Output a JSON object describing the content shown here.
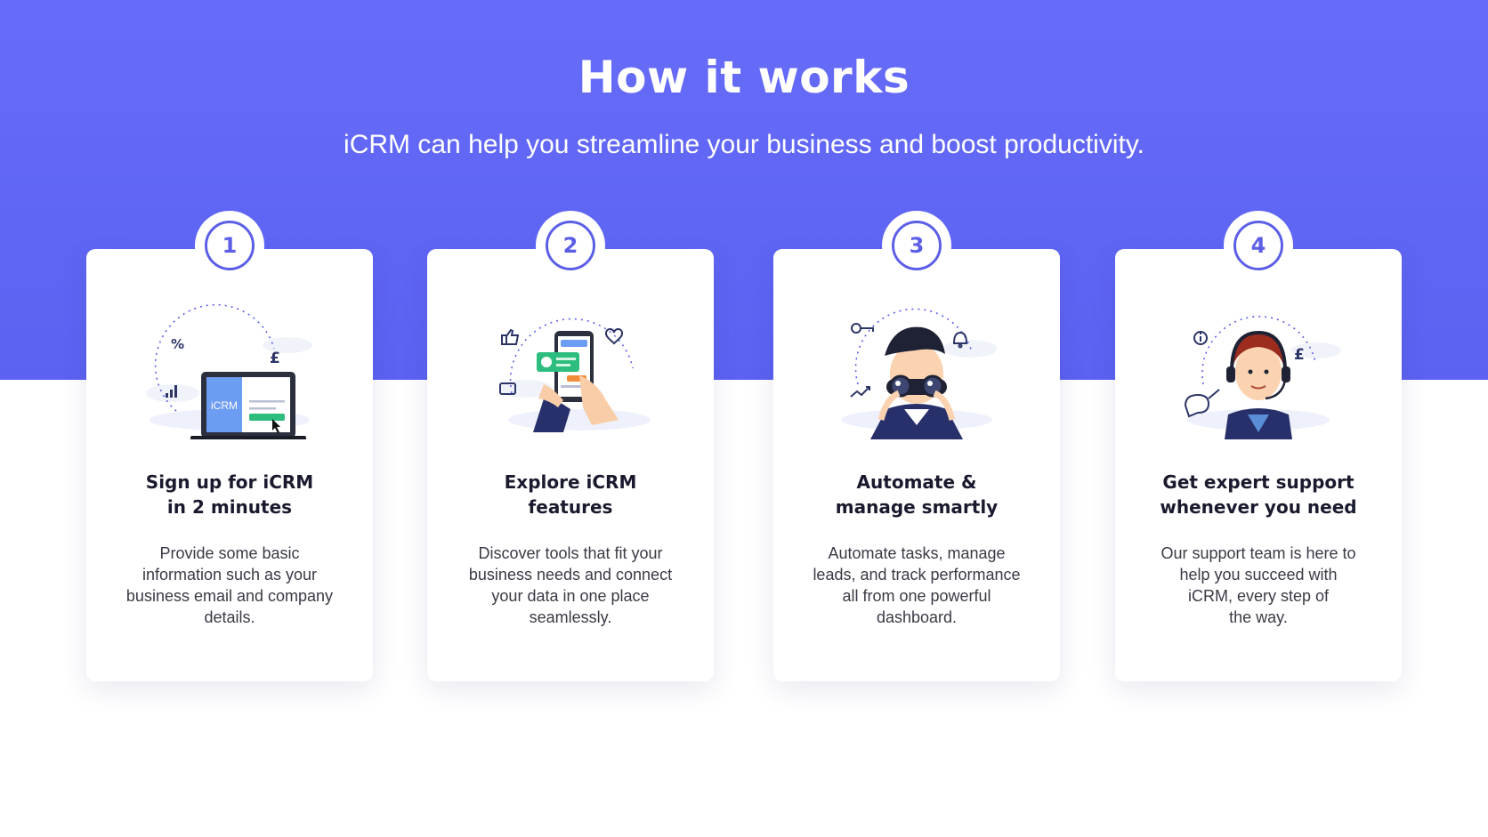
{
  "header": {
    "title": "How it works",
    "subtitle": "iCRM can help you streamline your business and boost productivity."
  },
  "colors": {
    "hero_background": "#5f66f4",
    "accent": "#5c5fe6",
    "card_background": "#ffffff",
    "title_text": "#1a1a2e",
    "body_text": "#3a3a46"
  },
  "steps": [
    {
      "number": "1",
      "title_line1": "Sign up for iCRM",
      "title_line2": "in 2 minutes",
      "desc_lines": [
        "Provide some basic",
        "information such as your",
        "business email and company",
        "details."
      ],
      "illustration": "laptop-signup-illustration",
      "screen_label": "iCRM"
    },
    {
      "number": "2",
      "title_line1": "Explore iCRM",
      "title_line2": "features",
      "desc_lines": [
        "Discover tools that fit your",
        "business needs and connect",
        "your data in one place",
        "seamlessly."
      ],
      "illustration": "phone-in-hand-illustration"
    },
    {
      "number": "3",
      "title_line1": "Automate &",
      "title_line2": "manage smartly",
      "desc_lines": [
        "Automate tasks, manage",
        "leads, and track performance",
        "all from one powerful",
        "dashboard."
      ],
      "illustration": "person-with-binoculars-illustration"
    },
    {
      "number": "4",
      "title_line1": "Get expert support",
      "title_line2": "whenever you need",
      "desc_lines": [
        "Our support team is here to",
        "help you succeed with",
        "iCRM, every step of",
        "the way."
      ],
      "illustration": "support-agent-headset-illustration"
    }
  ]
}
